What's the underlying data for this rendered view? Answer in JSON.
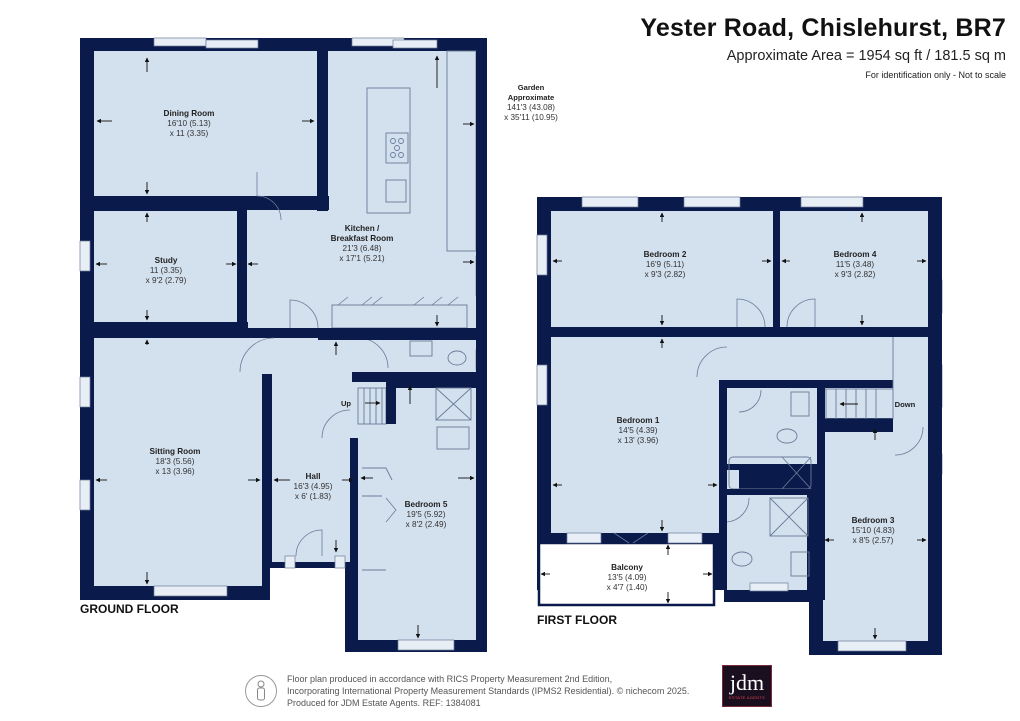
{
  "header": {
    "title": "Yester Road, Chislehurst, BR7",
    "area": "Approximate Area = 1954 sq ft / 181.5 sq m",
    "disclaimer": "For identification only - Not to scale"
  },
  "floors": {
    "ground": {
      "label": "GROUND FLOOR",
      "rooms": [
        {
          "name": "Dining Room",
          "dim1": "16'10 (5.13)",
          "dim2": "x 11 (3.35)"
        },
        {
          "name": "Kitchen /",
          "name2": "Breakfast Room",
          "dim1": "21'3 (6.48)",
          "dim2": "x 17'1 (5.21)"
        },
        {
          "name": "Study",
          "dim1": "11 (3.35)",
          "dim2": "x 9'2 (2.79)"
        },
        {
          "name": "Sitting Room",
          "dim1": "18'3 (5.56)",
          "dim2": "x 13 (3.96)"
        },
        {
          "name": "Hall",
          "dim1": "16'3 (4.95)",
          "dim2": "x 6' (1.83)"
        },
        {
          "name": "Bedroom 5",
          "dim1": "19'5 (5.92)",
          "dim2": "x 8'2 (2.49)"
        }
      ],
      "stairs_label": "Up"
    },
    "first": {
      "label": "FIRST FLOOR",
      "rooms": [
        {
          "name": "Bedroom 2",
          "dim1": "16'9 (5.11)",
          "dim2": "x 9'3 (2.82)"
        },
        {
          "name": "Bedroom 4",
          "dim1": "11'5 (3.48)",
          "dim2": "x 9'3 (2.82)"
        },
        {
          "name": "Bedroom 1",
          "dim1": "14'5 (4.39)",
          "dim2": "x 13' (3.96)"
        },
        {
          "name": "Bedroom 3",
          "dim1": "15'10 (4.83)",
          "dim2": "x 8'5 (2.57)"
        },
        {
          "name": "Balcony",
          "dim1": "13'5 (4.09)",
          "dim2": "x 4'7 (1.40)"
        }
      ],
      "stairs_label": "Down"
    }
  },
  "garden": {
    "name": "Garden",
    "name2": "Approximate",
    "dim1": "141'3 (43.08)",
    "dim2": "x 35'11 (10.95)"
  },
  "footer": {
    "line1": "Floor plan produced in accordance with RICS Property Measurement 2nd Edition,",
    "line2": "Incorporating International Property Measurement Standards (IPMS2 Residential).   © nichecom 2025.",
    "line3": "Produced for JDM Estate Agents.   REF:  1384081",
    "icon": "person-icon"
  },
  "logo": {
    "main": "jdm",
    "sub": "ESTATE AGENTS"
  },
  "colors": {
    "wall": "#0a1a4a",
    "room_fill": "#d3e0ee",
    "logo_bg": "#1a0f1e"
  }
}
